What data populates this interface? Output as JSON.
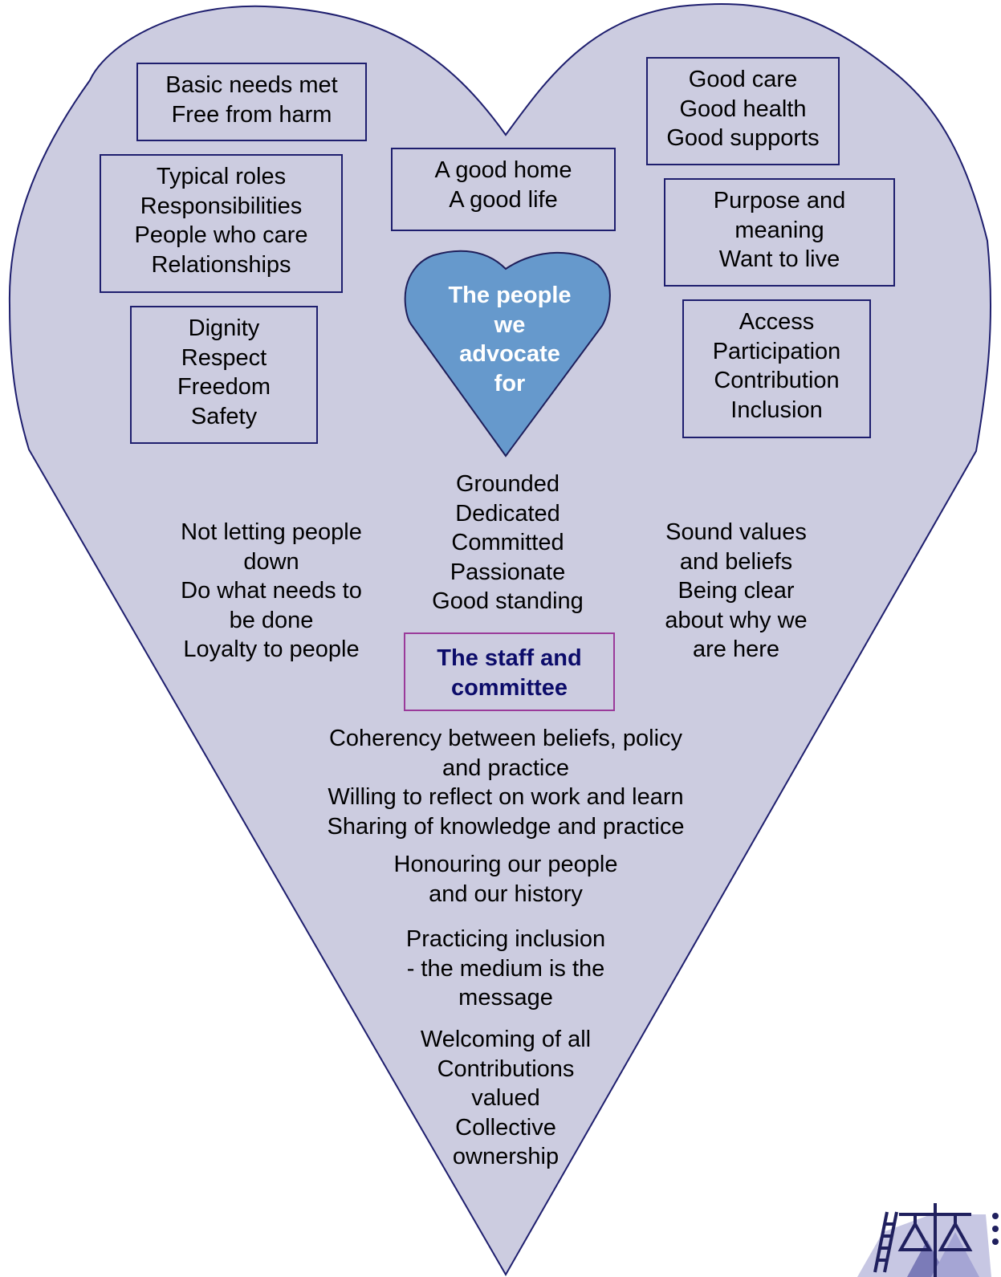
{
  "colors": {
    "big_heart_fill": "#cccce0",
    "big_heart_stroke": "#1e1e6e",
    "small_heart_fill": "#6699cc",
    "small_heart_stroke": "#1e1e5a",
    "box_border": "#1e1e6e",
    "staff_box_border": "#9a3a9a",
    "staff_text": "#0c0c6a"
  },
  "center_heart": {
    "lines": [
      "The people",
      "we",
      "advocate",
      "for"
    ]
  },
  "boxes": {
    "basic_needs": [
      "Basic needs met",
      "Free from harm"
    ],
    "typical_roles": [
      "Typical roles",
      "Responsibilities",
      "People who care",
      "Relationships"
    ],
    "dignity": [
      "Dignity",
      "Respect",
      "Freedom",
      "Safety"
    ],
    "good_home": [
      "A good home",
      "A good life"
    ],
    "good_care": [
      "Good care",
      "Good health",
      "Good supports"
    ],
    "purpose": [
      "Purpose and",
      "meaning",
      "Want to live"
    ],
    "access": [
      "Access",
      "Participation",
      "Contribution",
      "Inclusion"
    ]
  },
  "qualities": {
    "center": [
      "Grounded",
      "Dedicated",
      "Committed",
      "Passionate",
      "Good standing"
    ],
    "left": [
      "Not letting people",
      "down",
      "Do what needs to",
      "be done",
      "Loyalty to people"
    ],
    "right": [
      "Sound values",
      "and beliefs",
      "Being clear",
      "about why we",
      "are here"
    ]
  },
  "staff_box": [
    "The staff and",
    "committee"
  ],
  "practices": {
    "coherency": [
      "Coherency between beliefs, policy",
      "and practice",
      "Willing to reflect on work and learn",
      "Sharing of knowledge and practice"
    ],
    "honouring": [
      "Honouring our people",
      "and our history"
    ],
    "inclusion": [
      "Practicing inclusion",
      "- the medium is the",
      "message"
    ],
    "welcoming": [
      "Welcoming of all",
      "Contributions",
      "valued",
      "Collective",
      "ownership"
    ]
  },
  "logo": {
    "icon": "organization-logo-icon"
  }
}
